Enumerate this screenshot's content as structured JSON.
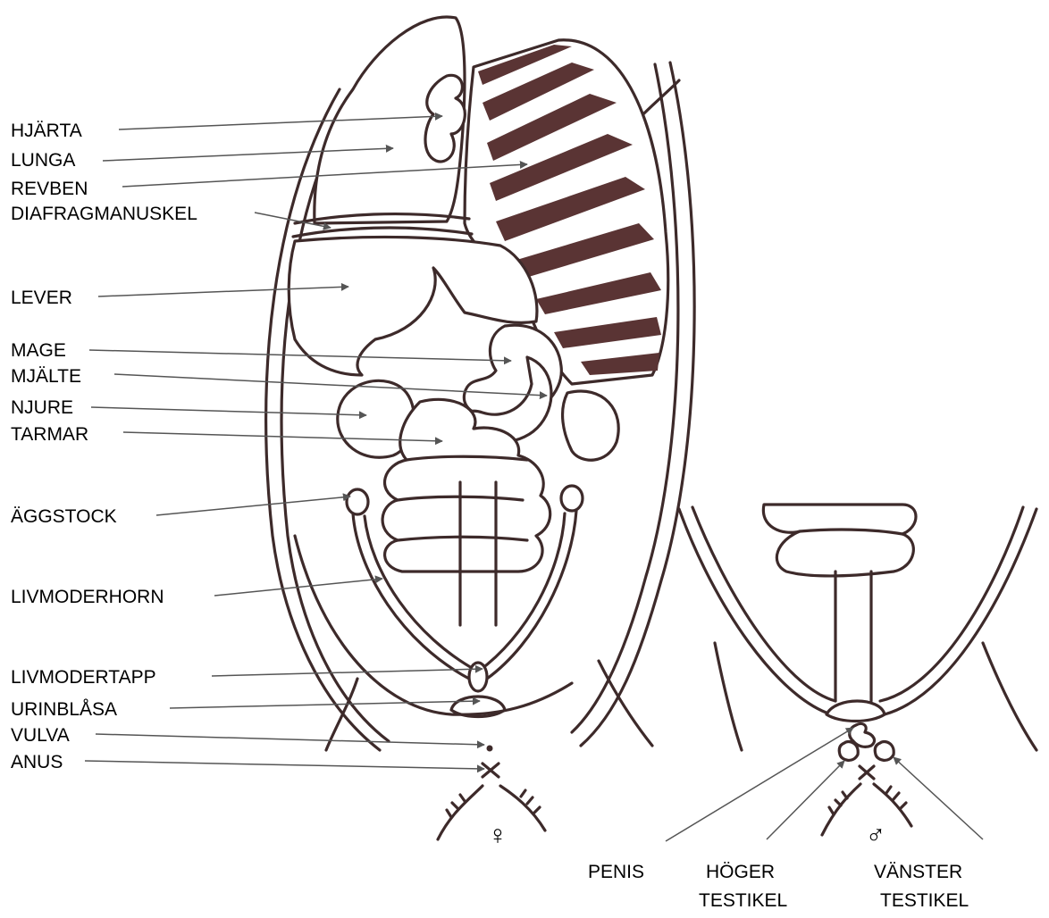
{
  "colors": {
    "outline": "#3d2a2a",
    "ribs": "#5a3434",
    "pointer": "#555555",
    "text": "#000000",
    "background": "#ffffff"
  },
  "labels_left": {
    "hjarta": "HJÄRTA",
    "lunga": "LUNGA",
    "revben": "REVBEN",
    "diafragmanuskel": "DIAFRAGMANUSKEL",
    "lever": "LEVER",
    "mage": "MAGE",
    "mjalte": "MJÄLTE",
    "njure": "NJURE",
    "tarmar": "TARMAR",
    "aggstock": "ÄGGSTOCK",
    "livmoderhorn": "LIVMODERHORN",
    "livmodertapp": "LIVMODERTAPP",
    "urinblasa": "URINBLÅSA",
    "vulva": "VULVA",
    "anus": "ANUS"
  },
  "labels_bottom": {
    "penis": "PENIS",
    "hoger_line1": "HÖGER",
    "hoger_line2": "TESTIKEL",
    "vanster_line1": "VÄNSTER",
    "vanster_line2": "TESTIKEL"
  },
  "symbols": {
    "female": "♀",
    "male": "♂"
  }
}
